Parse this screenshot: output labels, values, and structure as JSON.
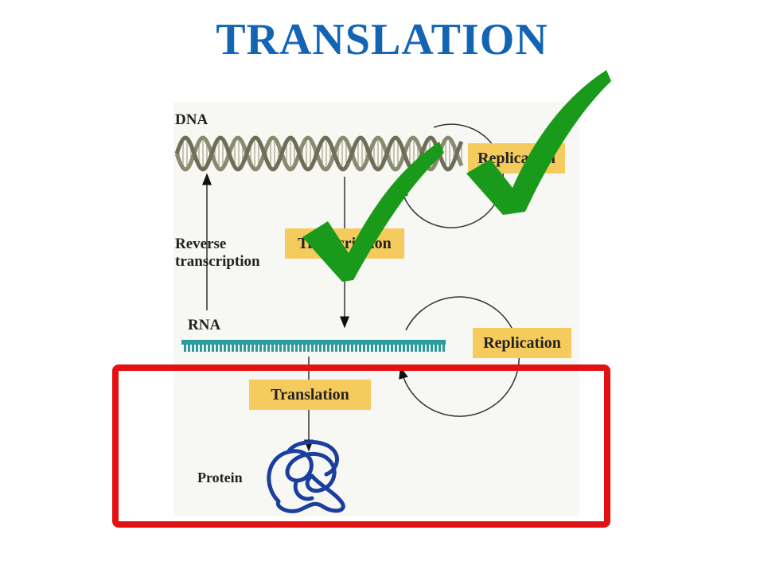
{
  "title": "TRANSLATION",
  "diagram": {
    "dna_label": "DNA",
    "rna_label": "RNA",
    "protein_label": "Protein",
    "reverse_transcription_label": [
      "Reverse",
      "transcription"
    ],
    "dna_replication_label": "Replication",
    "transcription_label": "Transcription",
    "rna_replication_label": "Replication",
    "translation_label": "Translation"
  },
  "colors": {
    "title": "#1464b4",
    "checkmark": "#1a9a1a",
    "highlight_box": "#e31212",
    "label_box": "#f6cb5d",
    "rna_strand": "#2a9c9c",
    "protein": "#1a3f9e"
  },
  "icons": [
    "checkmark-icon",
    "checkmark-icon",
    "dna-helix-icon",
    "rna-strand-icon",
    "protein-icon"
  ]
}
